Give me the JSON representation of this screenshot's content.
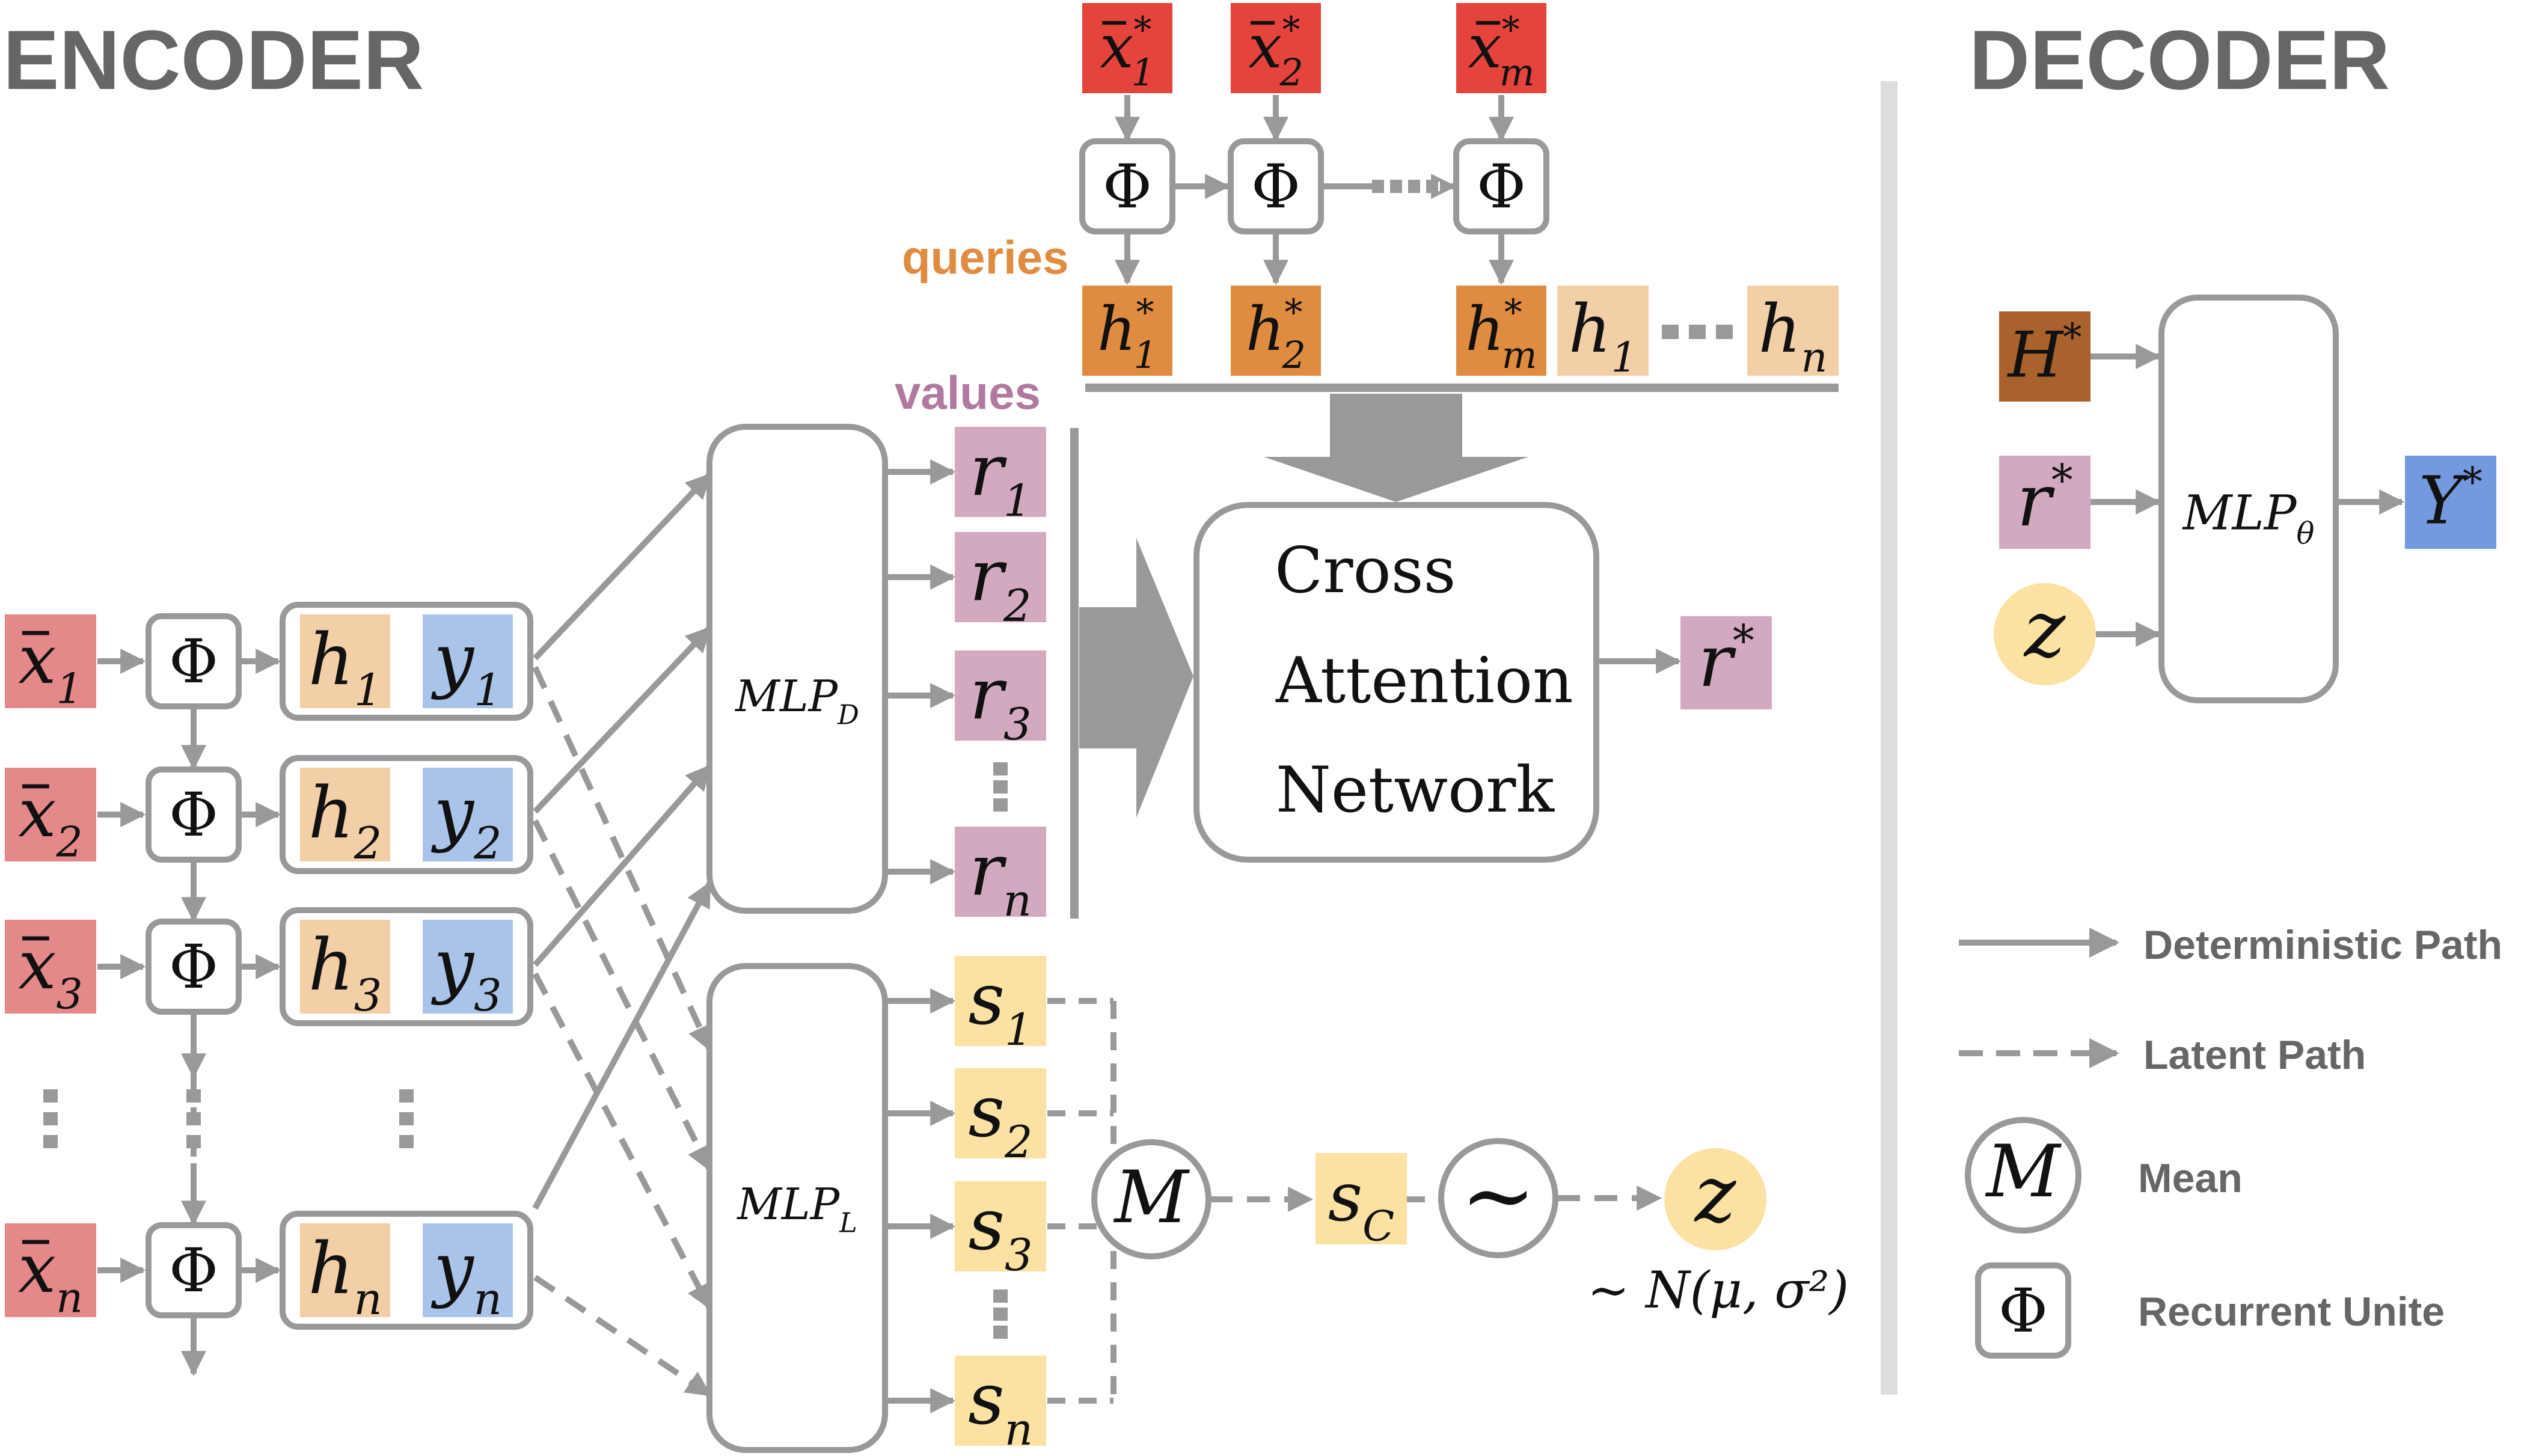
{
  "headers": {
    "encoder": "ENCODER",
    "decoder": "DECODER"
  },
  "labels": {
    "queries": "queries",
    "values": "values"
  },
  "colors": {
    "x_bar": "#e4888a",
    "x_star": "#e4443b",
    "h": "#f3cfa8",
    "h_star": "#df8c40",
    "y": "#a9c4e8",
    "r": "#d3a9c0",
    "s": "#fbe2a2",
    "z": "#fbe2a2",
    "H_star": "#a9622b",
    "Y_star": "#7499df",
    "queries_text": "#df8c40",
    "values_text": "#b07aa0",
    "line": "#999999"
  },
  "symbols": {
    "phi": "Φ",
    "mean": "M",
    "sample": "∼",
    "vdots": "⋮"
  },
  "encoder": {
    "x_inputs": [
      {
        "base": "x",
        "sub": "1"
      },
      {
        "base": "x",
        "sub": "2"
      },
      {
        "base": "x",
        "sub": "3"
      },
      {
        "base": "x",
        "sub": "n"
      }
    ],
    "hidden": [
      {
        "base": "h",
        "sub": "1"
      },
      {
        "base": "h",
        "sub": "2"
      },
      {
        "base": "h",
        "sub": "3"
      },
      {
        "base": "h",
        "sub": "n"
      }
    ],
    "outputs": [
      {
        "base": "y",
        "sub": "1"
      },
      {
        "base": "y",
        "sub": "2"
      },
      {
        "base": "y",
        "sub": "3"
      },
      {
        "base": "y",
        "sub": "n"
      }
    ],
    "mlp_d": {
      "base": "MLP",
      "sub": "D"
    },
    "mlp_l": {
      "base": "MLP",
      "sub": "L"
    },
    "r_values": [
      {
        "base": "r",
        "sub": "1"
      },
      {
        "base": "r",
        "sub": "2"
      },
      {
        "base": "r",
        "sub": "3"
      },
      {
        "base": "r",
        "sub": "n"
      }
    ],
    "s_values": [
      {
        "base": "s",
        "sub": "1"
      },
      {
        "base": "s",
        "sub": "2"
      },
      {
        "base": "s",
        "sub": "3"
      },
      {
        "base": "s",
        "sub": "n"
      }
    ],
    "s_c": {
      "base": "s",
      "sub": "C"
    },
    "z": "z",
    "distribution": "∼ N(μ, σ²)"
  },
  "queries_row": {
    "x_star": [
      {
        "base": "x",
        "sub": "1",
        "sup": "*"
      },
      {
        "base": "x",
        "sub": "2",
        "sup": "*"
      },
      {
        "base": "x",
        "sub": "m",
        "sup": "*"
      }
    ],
    "h_star": [
      {
        "base": "h",
        "sub": "1",
        "sup": "*"
      },
      {
        "base": "h",
        "sub": "2",
        "sup": "*"
      },
      {
        "base": "h",
        "sub": "m",
        "sup": "*"
      }
    ],
    "h_tail": [
      {
        "base": "h",
        "sub": "1"
      },
      {
        "base": "h",
        "sub": "n"
      }
    ]
  },
  "cross_attention": {
    "lines": [
      "Cross",
      "Attention",
      "Network"
    ],
    "output": {
      "base": "r",
      "sup": "*"
    }
  },
  "decoder": {
    "inputs": [
      {
        "base": "H",
        "sup": "*"
      },
      {
        "base": "r",
        "sup": "*"
      },
      {
        "base": "z"
      }
    ],
    "mlp": {
      "base": "MLP",
      "sub": "θ"
    },
    "output": {
      "base": "Y",
      "sup": "*"
    }
  },
  "legend": {
    "deterministic": "Deterministic Path",
    "latent": "Latent Path",
    "mean": "Mean",
    "recurrent": "Recurrent Unite"
  }
}
